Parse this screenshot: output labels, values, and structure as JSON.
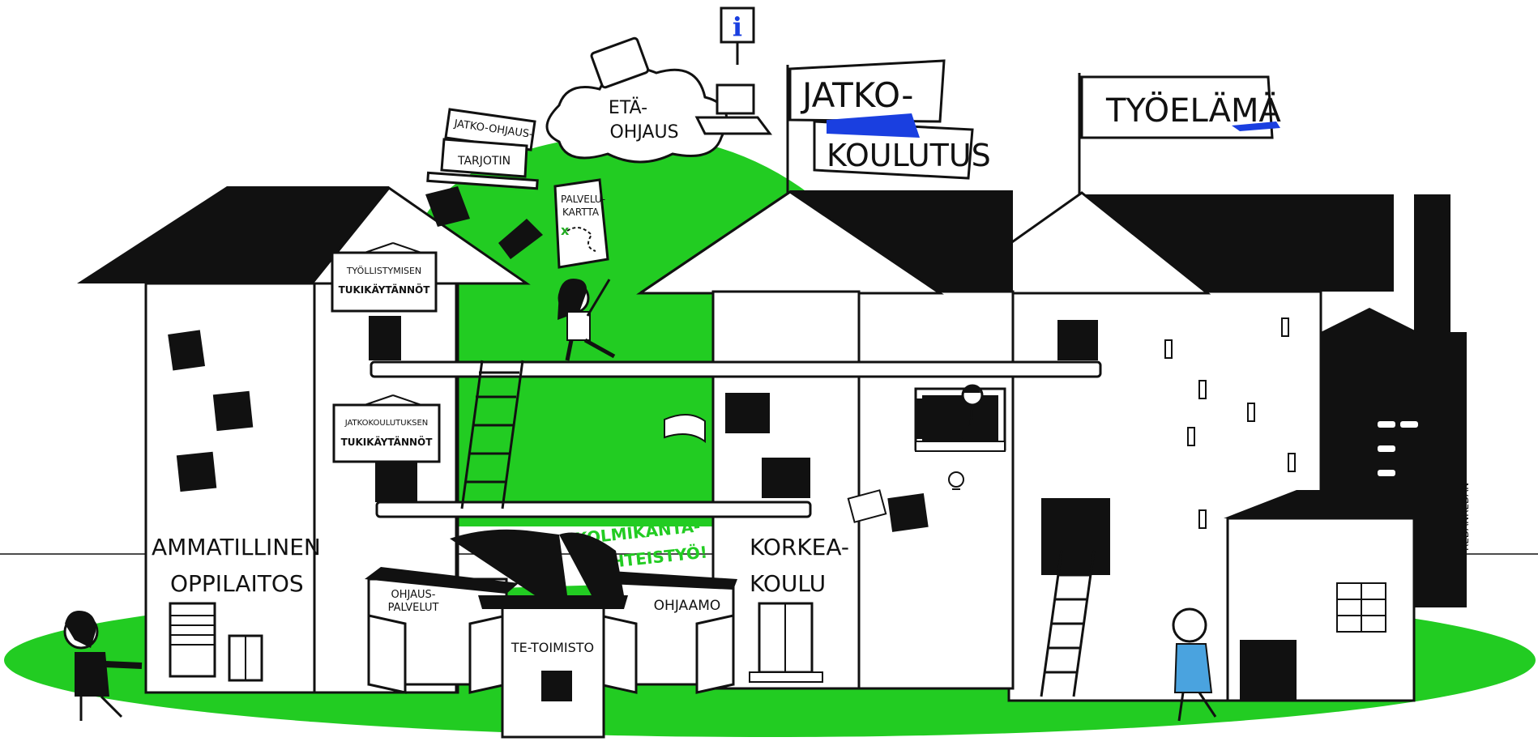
{
  "labels": {
    "eta_ohjaus_line1": "ETÄ-",
    "eta_ohjaus_line2": "OHJAUS",
    "jatko_ohjaus": "JATKO-OHJAUS-",
    "tarjotin": "TARJOTIN",
    "palvelu_kartta_line1": "PALVELU-",
    "palvelu_kartta_line2": "KARTTA",
    "tyollistymisen": "TYÖLLISTYMISEN",
    "tukikaytannot_1": "TUKIKÄYTÄNNÖT",
    "jatkokoulutuksen": "JATKOKOULUTUKSEN",
    "tukikaytannot_2": "TUKIKÄYTÄNNÖT",
    "jatko_flag_line1": "JATKO-",
    "jatko_flag_line2": "KOULUTUS",
    "tyoelama_flag": "TYÖELÄMÄ",
    "ammatillinen_line1": "AMMATILLINEN",
    "ammatillinen_line2": "OPPILAITOS",
    "kolmikanta_line1": "KOLMIKANTA-",
    "kolmikanta_line2": "YHTEISTYÖ!",
    "korkeakoulu_line1": "KORKEA-",
    "korkeakoulu_line2": "KOULU",
    "ohjauspalvelut_line1": "OHJAUS-",
    "ohjauspalvelut_line2": "PALVELUT",
    "ohjaamo": "OHJAAMO",
    "te_toimisto": "TE-TOIMISTO",
    "signature": "REDANREDAN",
    "info_icon_glyph": "i"
  },
  "colors": {
    "accent_green": "#22cc22",
    "ink": "#111111",
    "paper": "#ffffff",
    "flag_blue": "#1a3fe0",
    "shirt_blue": "#4aa3df"
  }
}
